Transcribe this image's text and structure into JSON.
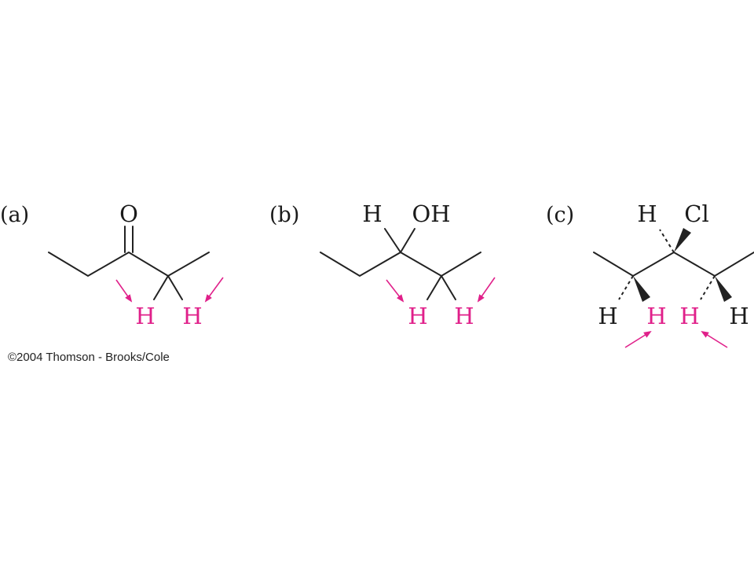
{
  "panels": [
    {
      "label": "(a)",
      "atoms": {
        "o": "O",
        "h1": "H",
        "h2": "H"
      }
    },
    {
      "label": "(b)",
      "atoms": {
        "h_top": "H",
        "oh": "OH",
        "h1": "H",
        "h2": "H"
      }
    },
    {
      "label": "(c)",
      "atoms": {
        "h_top": "H",
        "cl": "Cl",
        "h_left": "H",
        "h1": "H",
        "h2": "H",
        "h_right": "H"
      }
    }
  ],
  "copyright": "©2004 Thomson - Brooks/Cole",
  "colors": {
    "highlight": "#e0208a",
    "ink": "#222222"
  }
}
